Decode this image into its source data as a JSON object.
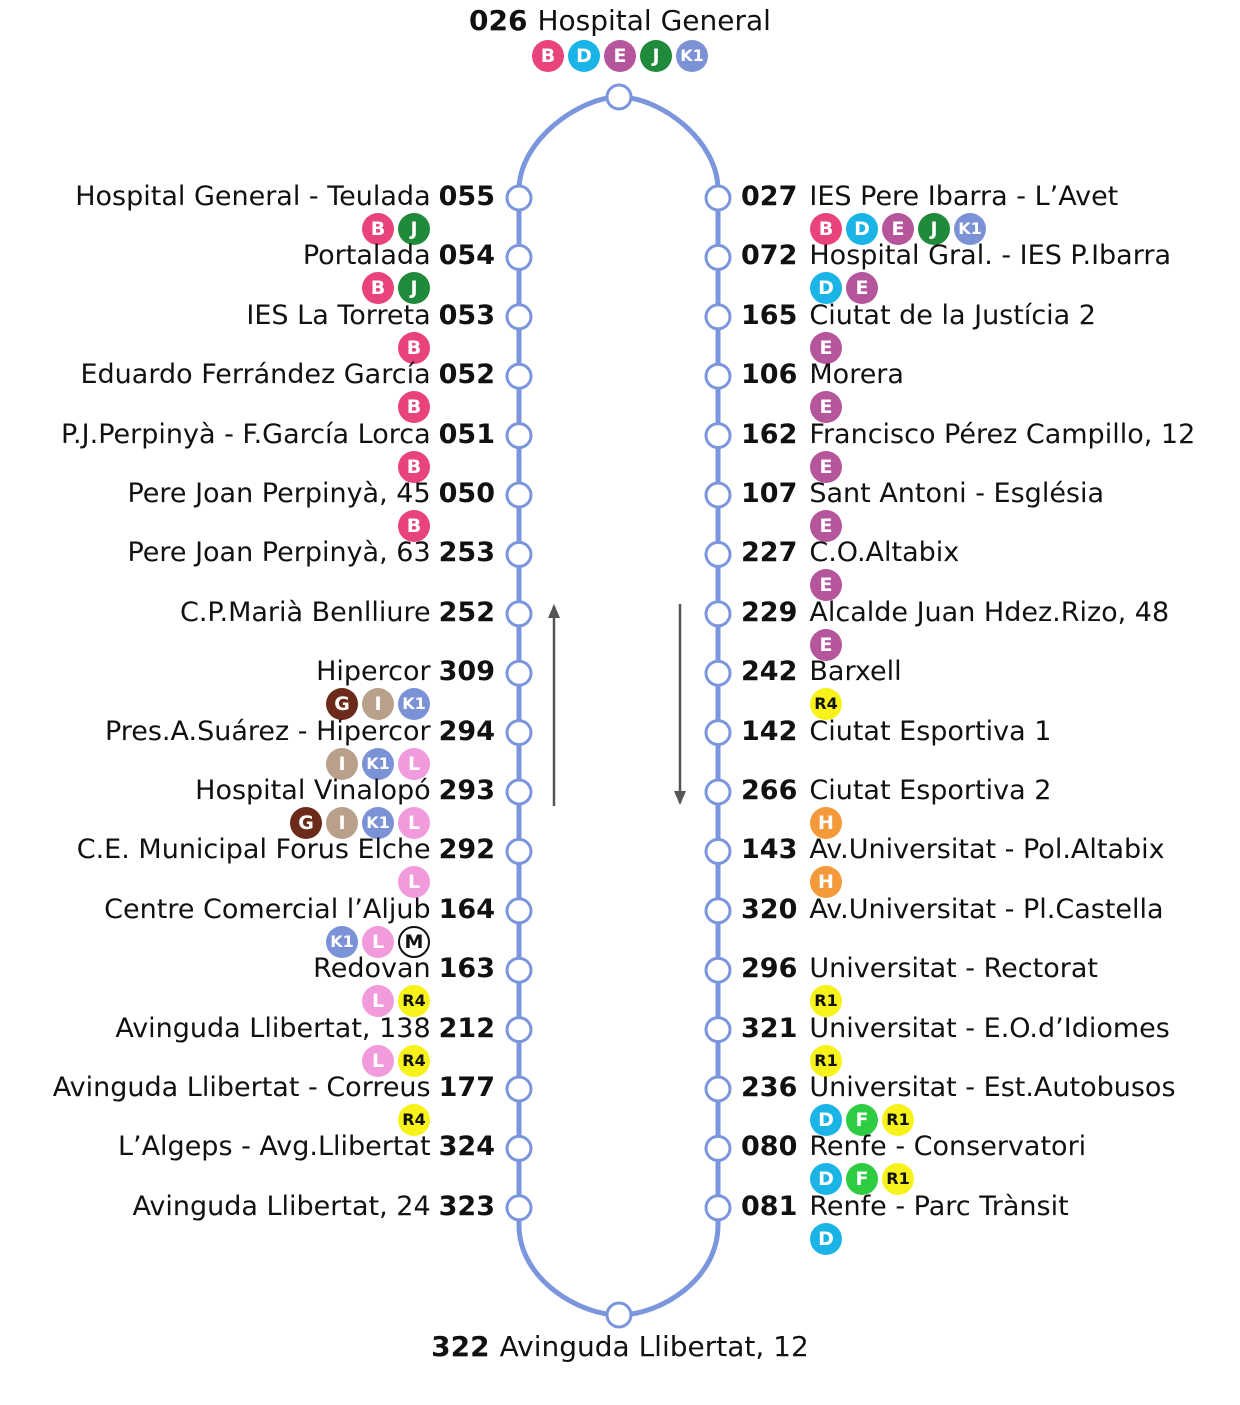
{
  "colors": {
    "track": "#7b96dc",
    "arrow": "#555555",
    "lines": {
      "B": "#e8437a",
      "D": "#1bb4e6",
      "E": "#b5569d",
      "J": "#1f8a3a",
      "K1": "#7c92d6",
      "G": "#6b2a1a",
      "I": "#b8a08a",
      "L": "#f29bdc",
      "M": "#ffffff",
      "H": "#f59a3a",
      "F": "#2ecc40",
      "R1": "#f7f21a",
      "R4": "#f7f21a"
    }
  },
  "top_stop": {
    "code": "026",
    "name": "Hospital General",
    "lines": [
      "B",
      "D",
      "E",
      "J",
      "K1"
    ]
  },
  "bottom_stop": {
    "code": "322",
    "name": "Avinguda Llibertat, 12"
  },
  "left_stops": [
    {
      "code": "055",
      "name": "Hospital General - Teulada",
      "lines": [
        "B",
        "J"
      ]
    },
    {
      "code": "054",
      "name": "Portalada",
      "lines": [
        "B",
        "J"
      ]
    },
    {
      "code": "053",
      "name": "IES La Torreta",
      "lines": [
        "B"
      ]
    },
    {
      "code": "052",
      "name": "Eduardo Ferrández García",
      "lines": [
        "B"
      ]
    },
    {
      "code": "051",
      "name": "P.J.Perpinyà - F.García Lorca",
      "lines": [
        "B"
      ]
    },
    {
      "code": "050",
      "name": "Pere Joan Perpinyà, 45",
      "lines": [
        "B"
      ]
    },
    {
      "code": "253",
      "name": "Pere Joan Perpinyà, 63",
      "lines": []
    },
    {
      "code": "252",
      "name": "C.P.Marià Benlliure",
      "lines": []
    },
    {
      "code": "309",
      "name": "Hipercor",
      "lines": [
        "G",
        "I",
        "K1"
      ]
    },
    {
      "code": "294",
      "name": "Pres.A.Suárez - Hipercor",
      "lines": [
        "I",
        "K1",
        "L"
      ]
    },
    {
      "code": "293",
      "name": "Hospital Vinalopó",
      "lines": [
        "G",
        "I",
        "K1",
        "L"
      ]
    },
    {
      "code": "292",
      "name": "C.E. Municipal Forus Elche",
      "lines": [
        "L"
      ]
    },
    {
      "code": "164",
      "name": "Centre Comercial l’Aljub",
      "lines": [
        "K1",
        "L",
        "M"
      ]
    },
    {
      "code": "163",
      "name": "Redovan",
      "lines": [
        "L",
        "R4"
      ]
    },
    {
      "code": "212",
      "name": "Avinguda Llibertat, 138",
      "lines": [
        "L",
        "R4"
      ]
    },
    {
      "code": "177",
      "name": "Avinguda Llibertat - Correus",
      "lines": [
        "R4"
      ]
    },
    {
      "code": "324",
      "name": "L’Algeps - Avg.Llibertat",
      "lines": []
    },
    {
      "code": "323",
      "name": "Avinguda Llibertat, 24",
      "lines": []
    }
  ],
  "right_stops": [
    {
      "code": "027",
      "name": "IES Pere Ibarra - L’Avet",
      "lines": [
        "B",
        "D",
        "E",
        "J",
        "K1"
      ]
    },
    {
      "code": "072",
      "name": "Hospital Gral. - IES P.Ibarra",
      "lines": [
        "D",
        "E"
      ]
    },
    {
      "code": "165",
      "name": "Ciutat de la Justícia 2",
      "lines": [
        "E"
      ]
    },
    {
      "code": "106",
      "name": "Morera",
      "lines": [
        "E"
      ]
    },
    {
      "code": "162",
      "name": "Francisco Pérez Campillo, 12",
      "lines": [
        "E"
      ]
    },
    {
      "code": "107",
      "name": "Sant Antoni - Església",
      "lines": [
        "E"
      ]
    },
    {
      "code": "227",
      "name": "C.O.Altabix",
      "lines": [
        "E"
      ]
    },
    {
      "code": "229",
      "name": "Alcalde Juan Hdez.Rizo, 48",
      "lines": [
        "E"
      ]
    },
    {
      "code": "242",
      "name": "Barxell",
      "lines": [
        "R4"
      ]
    },
    {
      "code": "142",
      "name": "Ciutat Esportiva 1",
      "lines": []
    },
    {
      "code": "266",
      "name": "Ciutat Esportiva 2",
      "lines": [
        "H"
      ]
    },
    {
      "code": "143",
      "name": "Av.Universitat - Pol.Altabix",
      "lines": [
        "H"
      ]
    },
    {
      "code": "320",
      "name": "Av.Universitat - Pl.Castella",
      "lines": []
    },
    {
      "code": "296",
      "name": "Universitat - Rectorat",
      "lines": [
        "R1"
      ]
    },
    {
      "code": "321",
      "name": "Universitat - E.O.d’Idiomes",
      "lines": [
        "R1"
      ]
    },
    {
      "code": "236",
      "name": "Universitat - Est.Autobusos",
      "lines": [
        "D",
        "F",
        "R1"
      ]
    },
    {
      "code": "080",
      "name": "Renfe - Conservatori",
      "lines": [
        "D",
        "F",
        "R1"
      ]
    },
    {
      "code": "081",
      "name": "Renfe - Parc Trànsit",
      "lines": [
        "D"
      ]
    }
  ]
}
